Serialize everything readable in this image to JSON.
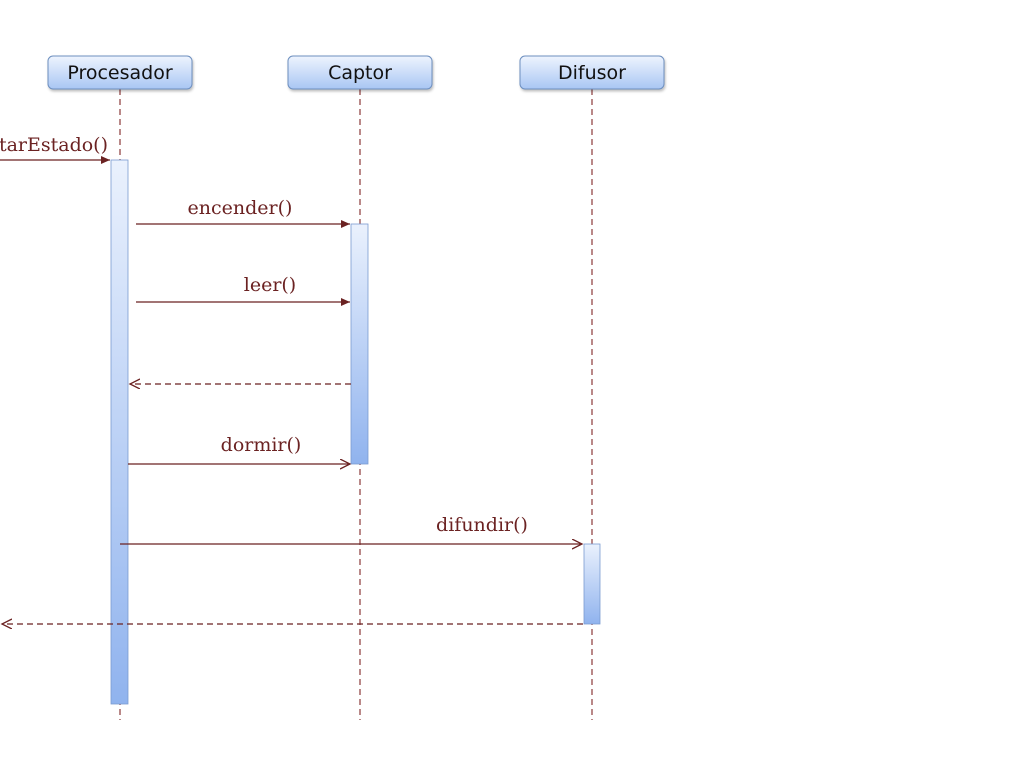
{
  "diagram": {
    "participants": [
      {
        "id": "procesador",
        "label": "Procesador"
      },
      {
        "id": "captor",
        "label": "Captor"
      },
      {
        "id": "difusor",
        "label": "Difusor"
      }
    ],
    "messages": [
      {
        "id": "incoming",
        "label": "tarEstado()",
        "type": "sync",
        "from": "external",
        "to": "procesador"
      },
      {
        "id": "encender",
        "label": "encender()",
        "type": "sync",
        "from": "procesador",
        "to": "captor"
      },
      {
        "id": "leer",
        "label": "leer()",
        "type": "sync",
        "from": "procesador",
        "to": "captor"
      },
      {
        "id": "leer-return",
        "label": "",
        "type": "return",
        "from": "captor",
        "to": "procesador"
      },
      {
        "id": "dormir",
        "label": "dormir()",
        "type": "sync",
        "from": "procesador",
        "to": "captor"
      },
      {
        "id": "difundir",
        "label": "difundir()",
        "type": "sync",
        "from": "procesador",
        "to": "difusor"
      },
      {
        "id": "final-return",
        "label": "",
        "type": "return",
        "from": "difusor",
        "to": "external"
      }
    ],
    "colors": {
      "lifeline": "#8b3a3a",
      "message": "#6b2222",
      "box_top": "#e9f1fd",
      "box_bottom": "#a9c6f3",
      "box_border": "#6d8fbf",
      "activation_top": "#eaf1fd",
      "activation_bottom": "#94b6ee"
    }
  }
}
